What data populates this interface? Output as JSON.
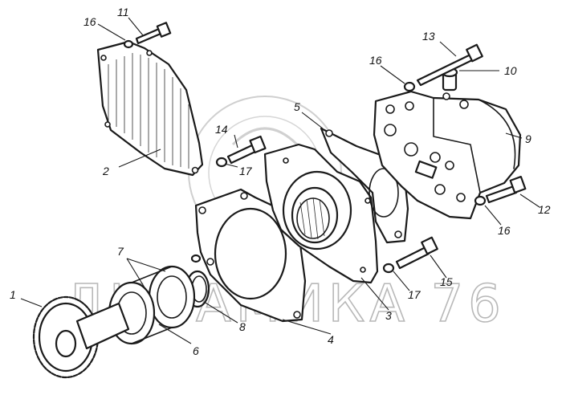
{
  "watermark": "ДИНАМИКА 76",
  "callouts": [
    {
      "id": "1",
      "text": "1"
    },
    {
      "id": "2",
      "text": "2"
    },
    {
      "id": "3",
      "text": "3"
    },
    {
      "id": "4",
      "text": "4"
    },
    {
      "id": "5",
      "text": "5"
    },
    {
      "id": "6",
      "text": "6"
    },
    {
      "id": "7",
      "text": "7"
    },
    {
      "id": "8",
      "text": "8"
    },
    {
      "id": "9",
      "text": "9"
    },
    {
      "id": "10",
      "text": "10"
    },
    {
      "id": "11",
      "text": "11"
    },
    {
      "id": "12",
      "text": "12"
    },
    {
      "id": "13",
      "text": "13"
    },
    {
      "id": "14",
      "text": "14"
    },
    {
      "id": "15",
      "text": "15"
    },
    {
      "id": "16a",
      "text": "16"
    },
    {
      "id": "16b",
      "text": "16"
    },
    {
      "id": "16c",
      "text": "16"
    },
    {
      "id": "17a",
      "text": "17"
    },
    {
      "id": "17b",
      "text": "17"
    }
  ]
}
